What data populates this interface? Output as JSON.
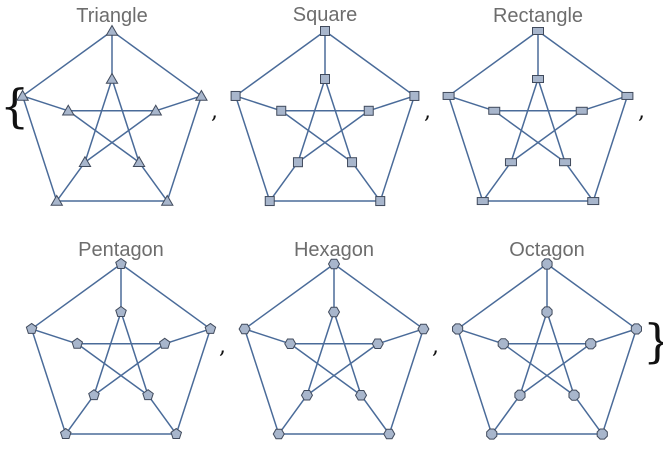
{
  "open_brace": "{",
  "close_brace": "}",
  "separator": ",",
  "panels": [
    {
      "title": "Triangle",
      "vertex_shape": "triangle"
    },
    {
      "title": "Square",
      "vertex_shape": "square"
    },
    {
      "title": "Rectangle",
      "vertex_shape": "rectangle"
    },
    {
      "title": "Pentagon",
      "vertex_shape": "pentagon"
    },
    {
      "title": "Hexagon",
      "vertex_shape": "hexagon"
    },
    {
      "title": "Octagon",
      "vertex_shape": "octagon"
    }
  ],
  "graph": {
    "name": "Petersen graph",
    "vertices": 10,
    "edges": [
      [
        0,
        1
      ],
      [
        1,
        2
      ],
      [
        2,
        3
      ],
      [
        3,
        4
      ],
      [
        4,
        0
      ],
      [
        0,
        5
      ],
      [
        1,
        6
      ],
      [
        2,
        7
      ],
      [
        3,
        8
      ],
      [
        4,
        9
      ],
      [
        5,
        7
      ],
      [
        7,
        9
      ],
      [
        9,
        6
      ],
      [
        6,
        8
      ],
      [
        8,
        5
      ]
    ]
  },
  "colors": {
    "edge": "#4a6b99",
    "vertex_fill": "#a8b6cc",
    "vertex_stroke": "#404a5c",
    "title": "#6d6d6d"
  }
}
